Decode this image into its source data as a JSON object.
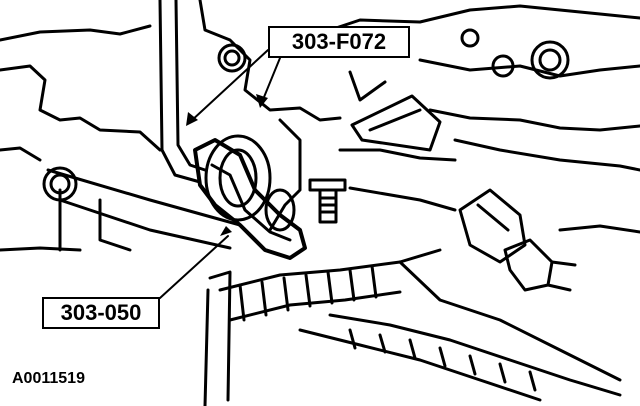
{
  "callouts": {
    "tool_top": "303-F072",
    "tool_bottom": "303-050"
  },
  "figure_id": "A0011519",
  "colors": {
    "line": "#000000",
    "background": "#ffffff"
  }
}
